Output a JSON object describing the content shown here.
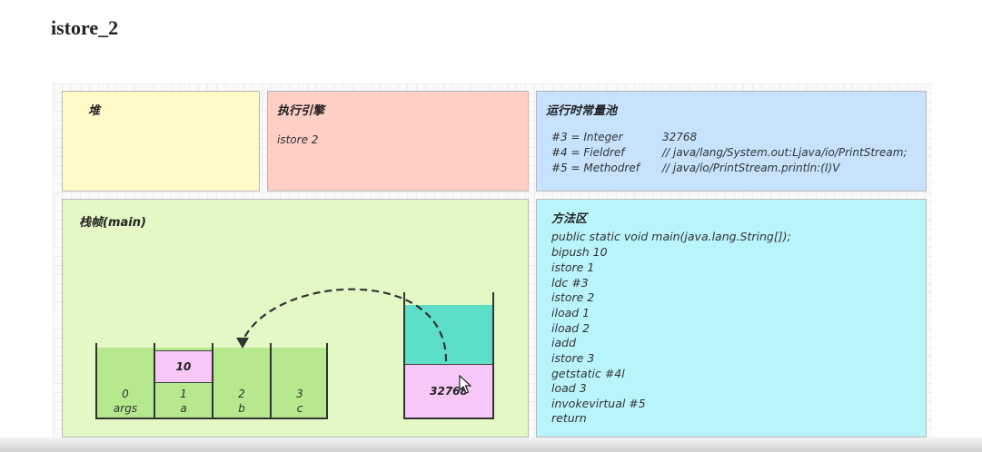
{
  "title": "istore_2",
  "heap": {
    "title": "堆"
  },
  "engine": {
    "title": "执行引擎",
    "current": "istore 2"
  },
  "pool": {
    "title": "运行时常量池",
    "rows": [
      {
        "ref": "#3 = Integer",
        "value": "32768"
      },
      {
        "ref": "#4 = Fieldref",
        "value": "// java/lang/System.out:Ljava/io/PrintStream;"
      },
      {
        "ref": "#5 = Methodref",
        "value": "// java/io/PrintStream.println:(I)V"
      }
    ]
  },
  "frame": {
    "title": "栈帧(main)",
    "locals": [
      {
        "index": "0",
        "name": "args",
        "value": ""
      },
      {
        "index": "1",
        "name": "a",
        "value": "10"
      },
      {
        "index": "2",
        "name": "b",
        "value": ""
      },
      {
        "index": "3",
        "name": "c",
        "value": ""
      }
    ],
    "operand_stack_value": "32768",
    "colors": {
      "local_fill": "#b6e88e",
      "value_fill": "#f7c8f7",
      "stack_fill": "#5ddec8"
    }
  },
  "method": {
    "title": "方法区",
    "code": [
      "public static void main(java.lang.String[]);",
      "bipush 10",
      "istore 1",
      "ldc #3",
      "istore 2",
      "iload 1",
      "iload 2",
      "iadd",
      "istore 3",
      "getstatic #4l",
      "load 3",
      "invokevirtual #5",
      "return"
    ]
  }
}
